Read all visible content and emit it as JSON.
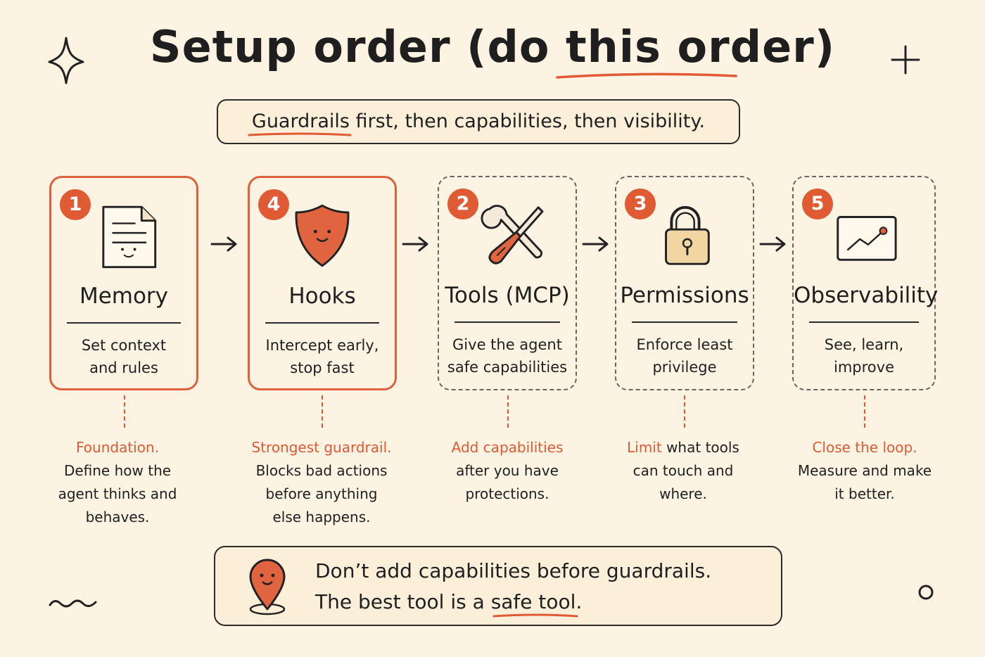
{
  "title": "Setup order (do this order)",
  "subtitle": "Guardrails first, then capabilities, then visibility.",
  "steps": [
    {
      "number": "1",
      "title": "Memory",
      "desc_line1": "Set context",
      "desc_line2": "and rules",
      "icon": "document-icon",
      "border": "solid",
      "note_accent": "Foundation.",
      "note_lines": [
        "Define how the",
        "agent thinks and",
        "behaves."
      ]
    },
    {
      "number": "4",
      "title": "Hooks",
      "desc_line1": "Intercept early,",
      "desc_line2": "stop fast",
      "icon": "shield-icon",
      "border": "solid",
      "note_accent": "Strongest guardrail.",
      "note_lines": [
        "Blocks bad actions",
        "before anything",
        "else happens."
      ]
    },
    {
      "number": "2",
      "title": "Tools (MCP)",
      "desc_line1": "Give the agent",
      "desc_line2": "safe capabilities",
      "icon": "tools-icon",
      "border": "dashed",
      "note_accent": "Add capabilities",
      "note_lines": [
        "after you have",
        "protections."
      ]
    },
    {
      "number": "3",
      "title": "Permissions",
      "desc_line1": "Enforce least",
      "desc_line2": "privilege",
      "icon": "lock-icon",
      "border": "dashed",
      "note_accent": "Limit",
      "note_accent_rest": " what tools",
      "note_lines": [
        "can touch and",
        "where."
      ]
    },
    {
      "number": "5",
      "title": "Observability",
      "desc_line1": "See, learn,",
      "desc_line2": "improve",
      "icon": "chart-icon",
      "border": "dashed",
      "note_accent": "Close the loop.",
      "note_lines": [
        "Measure and make",
        "it better."
      ]
    }
  ],
  "footer": {
    "line1": "Don’t add capabilities before guardrails.",
    "line2": "The best tool is a safe tool."
  },
  "colors": {
    "accent": "#e05a34",
    "background": "#fcf3e3",
    "ink": "#1f1f1f"
  }
}
